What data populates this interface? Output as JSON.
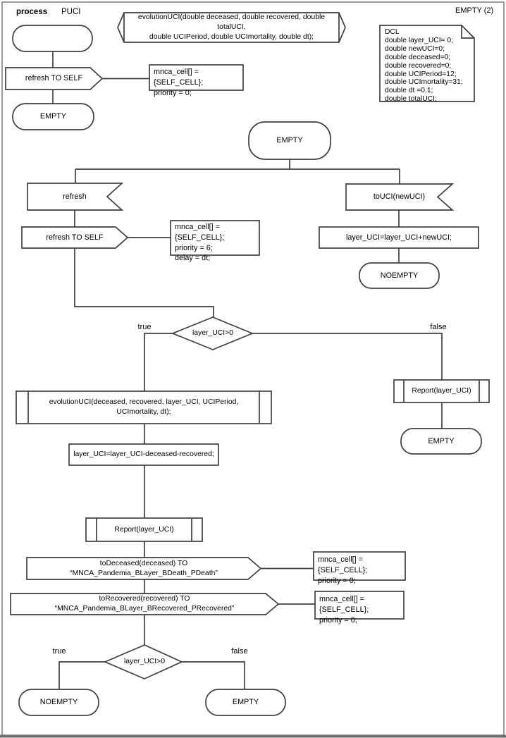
{
  "header": {
    "process_label": "process",
    "process_name": "PUCI",
    "page_label": "EMPTY (2)"
  },
  "top": {
    "procedure_declaration": "evolutionUCI(double deceased, double recovered, double totalUCI,\ndouble UCIPeriod, double UCImortality, double dt);",
    "dcl": "DCL\ndouble layer_UCI= 0;\ndouble newUCI=0;\ndouble deceased=0;\ndouble recovered=0;\ndouble UCIPeriod=12;\ndouble UCImortality=31;\ndouble dt =0.1;\ndouble totalUCI;",
    "output_refresh": "refresh TO SELF",
    "comment_refresh": "mnca_cell[] = {SELF_CELL};\npriority = 0;",
    "state_empty": "EMPTY"
  },
  "main": {
    "state_empty": "EMPTY",
    "input_refresh": "refresh",
    "output_refresh_self": "refresh TO SELF",
    "comment_refresh_self": "mnca_cell[] = {SELF_CELL};\npriority = 6;\ndelay = dt;",
    "input_touci": "toUCI(newUCI)",
    "task_add_uci": "layer_UCI=layer_UCI+newUCI;",
    "state_noempty": "NOEMPTY",
    "decision_condition": "layer_UCI>0",
    "label_true": "true",
    "label_false": "false"
  },
  "true_branch": {
    "proc_evolution": "evolutionUCI(deceased, recovered, layer_UCI, UCIPeriod, UCImortality, dt);",
    "task_subtract": "layer_UCI=layer_UCI-deceased-recovered;",
    "proc_report": "Report(layer_UCI)",
    "output_todeceased": "toDeceased(deceased) TO “MNCA_Pandemia_BLayer_BDeath_PDeath”",
    "comment_todeceased": "mnca_cell[] = {SELF_CELL};\npriority = 0;",
    "output_torecovered": "toRecovered(recovered) TO “MNCA_Pandemia_BLayer_BRecovered_PRecovered”",
    "comment_torecovered": "mnca_cell[] = {SELF_CELL};\npriority = 0;"
  },
  "false_branch": {
    "proc_report": "Report(layer_UCI)",
    "state_empty": "EMPTY"
  },
  "bottom": {
    "decision_condition": "layer_UCI>0",
    "label_true": "true",
    "label_false": "false",
    "state_noempty": "NOEMPTY",
    "state_empty": "EMPTY"
  },
  "colors": {
    "stroke": "#3f3f3f",
    "text": "#000000",
    "page_border": "#6e6e6e",
    "background": "#ffffff"
  }
}
